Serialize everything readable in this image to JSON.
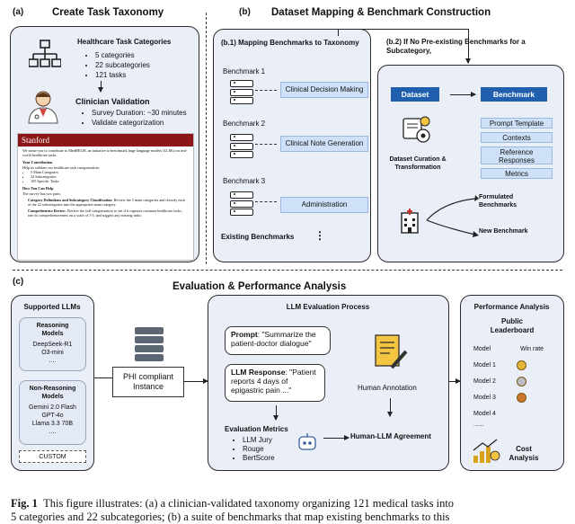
{
  "panel_a": {
    "label": "(a)",
    "title": "Create Task Taxonomy",
    "categories_title": "Healthcare Task Categories",
    "categories": [
      "5 categories",
      "22 subcategories",
      "121 tasks"
    ],
    "validation_title": "Clinician Validation",
    "validation_items": [
      "Survey Duration: ~30 minutes",
      "Validate categorization"
    ],
    "survey": {
      "brand": "Stanford",
      "intro": "We invite you to contribute to MedHELM, an initiative to benchmark large language models (LLMs) on real-world healthcare tasks.",
      "contribution_heading": "Your Contribution",
      "contribution_text": "Help us validate our healthcare task categorization:",
      "contribution_items": [
        "5 Main Categories",
        "22 Subcategories",
        "105 Specific Tasks"
      ],
      "how_heading": "How You Can Help",
      "how_text": "The survey has two parts:",
      "part1_title": "Category Definitions and Subcategory Classification",
      "part1_text": ": Review the 5 main categories and classify each of the 22 subcategories into the appropriate main category.",
      "part2_title": "Comprehensive Review",
      "part2_text": ": Review the full categorization to see if it captures common healthcare tasks, rate its comprehensiveness on a scale of 1-5, and suggest any missing tasks."
    }
  },
  "panel_b": {
    "label": "(b)",
    "title": "Dataset Mapping & Benchmark Construction",
    "b1_title": "(b.1) Mapping Benchmarks to Taxonomy",
    "benchmarks": [
      {
        "name": "Benchmark 1",
        "target": "Clinical Decision Making"
      },
      {
        "name": "Benchmark 2",
        "target": "Clinical Note Generation"
      },
      {
        "name": "Benchmark 3",
        "target": "Administration"
      }
    ],
    "existing_label": "Existing Benchmarks",
    "ellipsis": "⋮",
    "b2_title": "(b.2) If No Pre-existing Benchmarks for a Subcategory,",
    "dataset_label": "Dataset",
    "benchmark_label": "Benchmark",
    "components": [
      "Prompt Template",
      "Contexts",
      "Reference Responses",
      "Metrics"
    ],
    "curation_label": "Dataset Curation & Transformation",
    "formulated_label": "Formulated Benchmarks",
    "new_label": "New Benchmark"
  },
  "panel_c": {
    "label": "(c)",
    "title": "Evaluation & Performance Analysis",
    "supported_title": "Supported LLMs",
    "reasoning_title": "Reasoning Models",
    "reasoning_models": [
      "DeepSeek-R1",
      "O3-mini",
      "...."
    ],
    "nonreasoning_title": "Non-Reasoning Models",
    "nonreasoning_models": [
      "Gemini 2.0 Flash",
      "GPT-4o",
      "Llama 3.3 70B",
      "...."
    ],
    "custom_label": "CUSTOM",
    "phi_label": "PHI compliant Instance",
    "process_title": "LLM Evaluation Process",
    "prompt_label": "Prompt",
    "prompt_text": ": \"Summarize the patient-doctor dialogue\"",
    "response_label": "LLM Response",
    "response_text": ": \"Patient reports 4 days of epigastric pain ...\"",
    "human_annotation": "Human Annotation",
    "metrics_title": "Evaluation Metrics",
    "metrics": [
      "LLM Jury",
      "Rouge",
      "BertScore"
    ],
    "agreement_label": "Human-LLM Agreement",
    "perf_title": "Performance Analysis",
    "leaderboard_title": "Public Leaderboard",
    "model_header": "Model",
    "winrate_header": "Win rate",
    "models": [
      "Model 1",
      "Model 2",
      "Model 3",
      "Model 4",
      "......"
    ],
    "cost_label": "Cost Analysis",
    "medal_colors": [
      "#e5b53a",
      "#b9bcc2",
      "#c9782e"
    ]
  },
  "caption": {
    "prefix": "Fig. 1",
    "line1": "This figure illustrates: (a) a clinician-validated taxonomy organizing 121 medical tasks into",
    "line2": "5 categories and 22 subcategories; (b) a suite of benchmarks that map existing benchmarks to this"
  }
}
